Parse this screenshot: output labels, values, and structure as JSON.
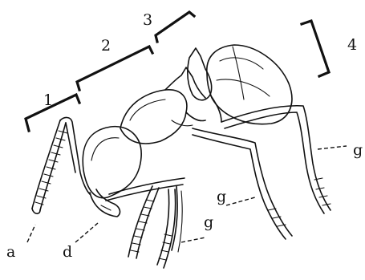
{
  "labels": {
    "segment_1": "1",
    "segment_2": "2",
    "segment_3": "3",
    "segment_4": "4",
    "antenna": "a",
    "mandible": "d",
    "leg_g_right": "g",
    "leg_g_middle": "g",
    "leg_g_lower": "g"
  }
}
